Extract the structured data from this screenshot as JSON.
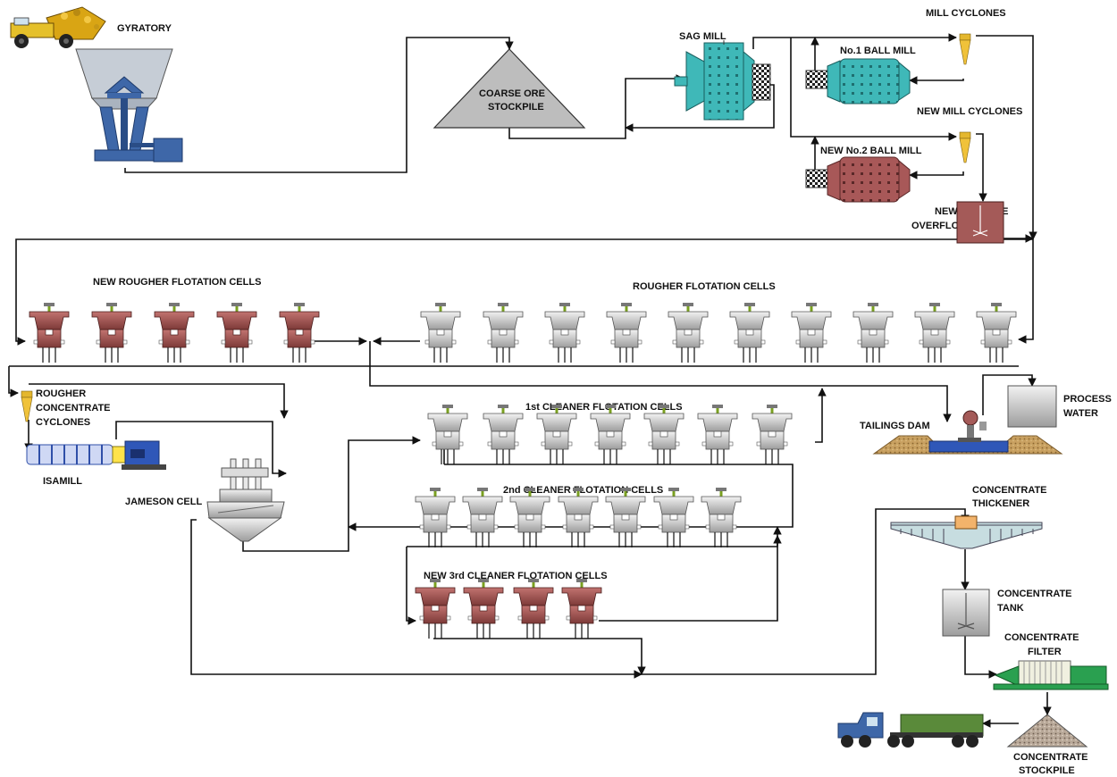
{
  "labels": {
    "gyratory": "GYRATORY",
    "coarse_ore_line1": "COARSE ORE",
    "coarse_ore_line2": "STOCKPILE",
    "sag_mill": "SAG MILL",
    "mill_cyclones": "MILL CYCLONES",
    "ball_mill_1": "No.1 BALL MILL",
    "new_mill_cyclones": "NEW MILL CYCLONES",
    "ball_mill_2": "NEW No.2 BALL MILL",
    "overflow_tank_line1": "NEW CYCLONE",
    "overflow_tank_line2": "OVERFLOW TANK",
    "new_rougher": "NEW ROUGHER FLOTATION CELLS",
    "rougher": "ROUGHER FLOTATION CELLS",
    "rougher_cyc_line1": "ROUGHER",
    "rougher_cyc_line2": "CONCENTRATE",
    "rougher_cyc_line3": "CYCLONES",
    "isamill": "ISAMILL",
    "jameson": "JAMESON CELL",
    "cleaner1": "1st CLEANER FLOTATION CELLS",
    "cleaner2": "2nd CLEANER FLOTATION CELLS",
    "cleaner3": "NEW 3rd CLEANER FLOTATION CELLS",
    "tailings_dam": "TAILINGS DAM",
    "process_water_line1": "PROCESS",
    "process_water_line2": "WATER",
    "thickener_line1": "CONCENTRATE",
    "thickener_line2": "THICKENER",
    "conc_tank_line1": "CONCENTRATE",
    "conc_tank_line2": "TANK",
    "conc_filter_line1": "CONCENTRATE",
    "conc_filter_line2": "FILTER",
    "conc_stockpile_line1": "CONCENTRATE",
    "conc_stockpile_line2": "STOCKPILE"
  },
  "colors": {
    "new_equipment": "#9c4f4c",
    "existing_cell": "#c9c9c9",
    "ball_mill_1": "#3fb8b8",
    "ball_mill_2": "#a85858",
    "gyratory": "#3e67a8",
    "cyclone": "#f0c23a",
    "water": "#2f57b8",
    "filter": "#2aa050"
  }
}
